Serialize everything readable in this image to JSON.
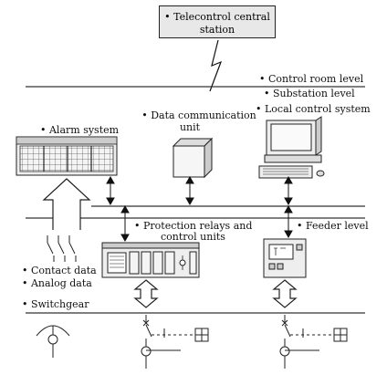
{
  "title_box": {
    "line1": "• Telecontrol central",
    "line2": "station"
  },
  "levels": {
    "control_room": "• Control room level",
    "substation": "• Substation level",
    "local_control": "• Local control system",
    "feeder": "• Feeder level"
  },
  "components": {
    "alarm_system": "• Alarm system",
    "data_comm_line1": "• Data communication",
    "data_comm_line2": "unit",
    "protection_line1": "• Protection relays and",
    "protection_line2": "control units"
  },
  "inputs": {
    "contact_data": "• Contact data",
    "analog_data": "• Analog data",
    "switchgear": "• Switchgear"
  }
}
